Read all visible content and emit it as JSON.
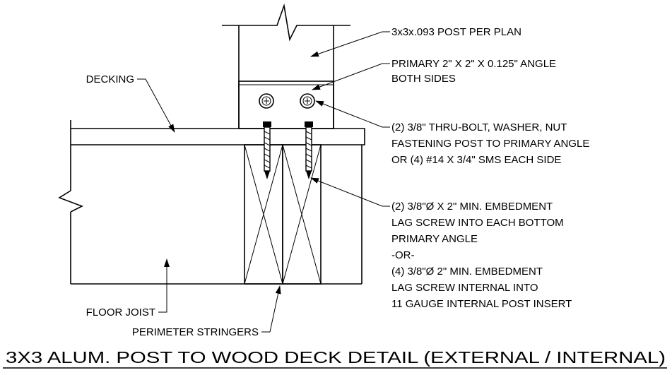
{
  "title": "3X3 ALUM. POST TO WOOD DECK DETAIL (EXTERNAL / INTERNAL)",
  "labels": {
    "post": "3x3x.093 POST PER PLAN",
    "angle_1": "PRIMARY 2\" X 2\" X 0.125\" ANGLE",
    "angle_2": "BOTH SIDES",
    "decking": "DECKING",
    "bolt_1": "(2) 3/8\" THRU-BOLT, WASHER, NUT",
    "bolt_2": "FASTENING POST TO PRIMARY ANGLE",
    "bolt_3": "OR (4) #14 X 3/4\" SMS EACH SIDE",
    "lag_1": "(2) 3/8\"Ø X 2\" MIN. EMBEDMENT",
    "lag_2": "LAG SCREW INTO EACH BOTTOM",
    "lag_3": "PRIMARY ANGLE",
    "lag_4": "-OR-",
    "lag_5": "(4) 3/8\"Ø 2\" MIN. EMBEDMENT",
    "lag_6": "LAG SCREW INTERNAL INTO",
    "lag_7": "11 GAUGE INTERNAL POST INSERT",
    "floor_joist": "FLOOR JOIST",
    "stringers": "PERIMETER STRINGERS"
  }
}
